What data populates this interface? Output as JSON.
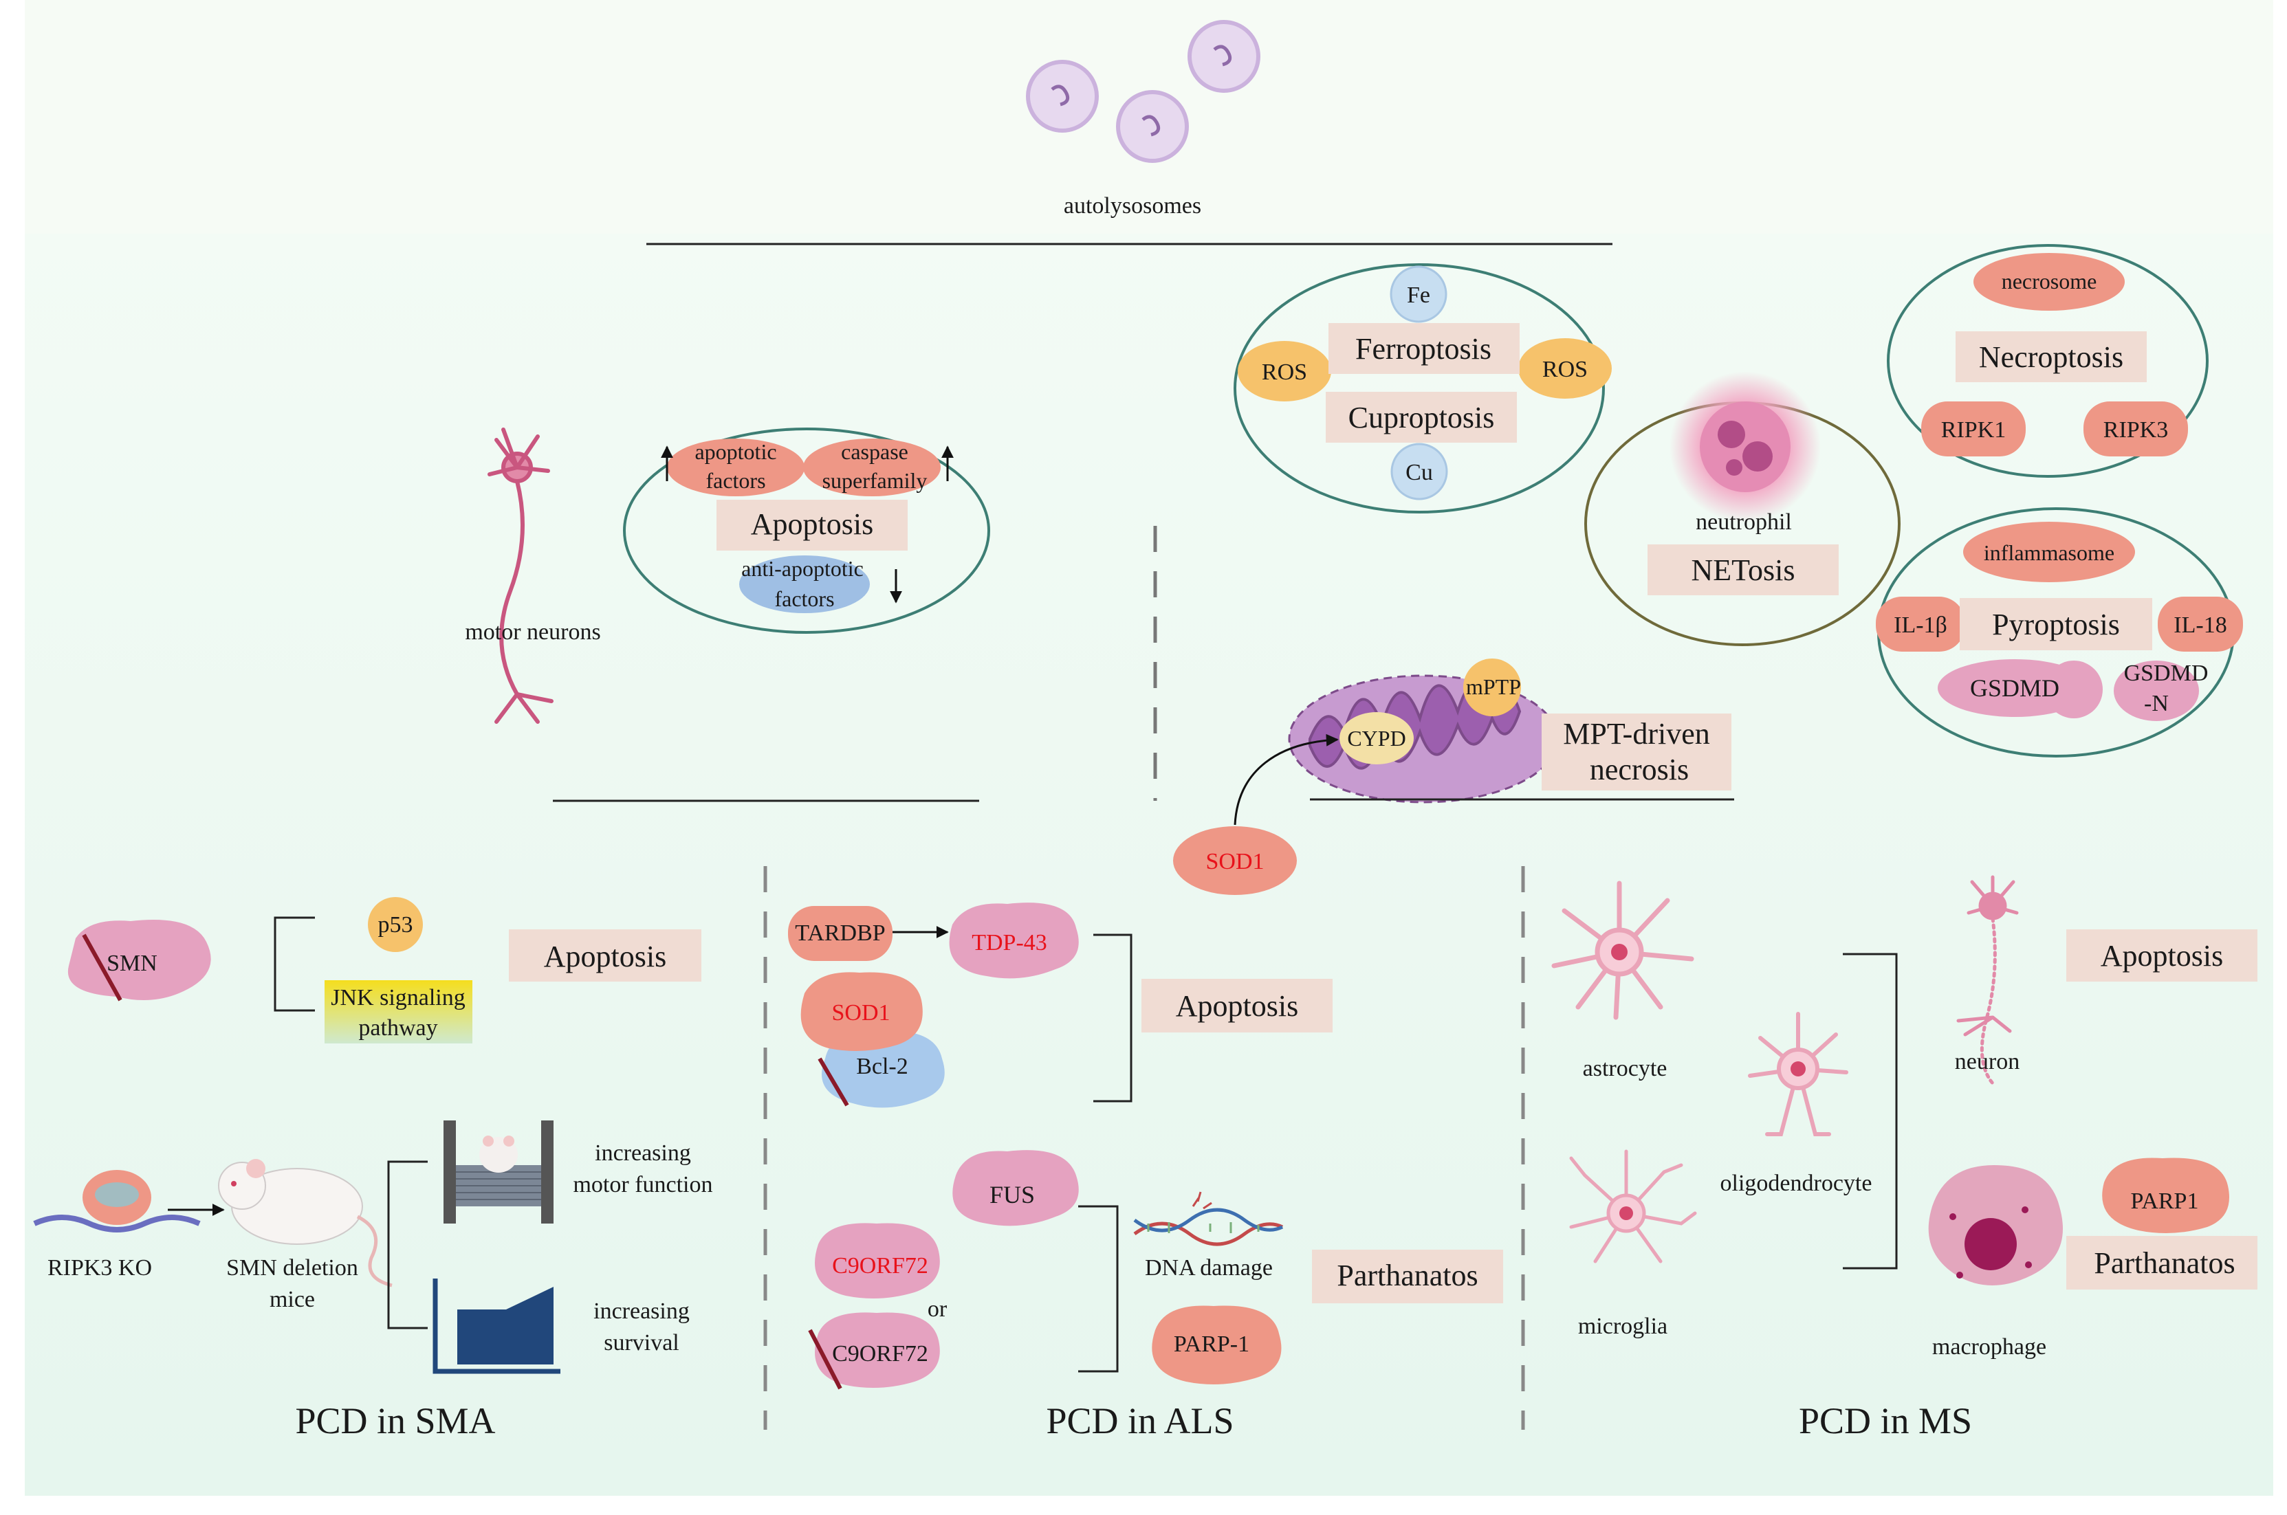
{
  "top": {
    "autolysosomes": "autolysosomes"
  },
  "mid": {
    "motor_neurons": "motor neurons",
    "apoptotic_factors": [
      "apoptotic",
      "factors"
    ],
    "caspase_superfamily": [
      "caspase",
      "superfamily"
    ],
    "apoptosis": "Apoptosis",
    "anti_apoptotic_factors": [
      "anti-apoptotic",
      "factors"
    ],
    "fe": "Fe",
    "ros_left": "ROS",
    "ros_right": "ROS",
    "ferroptosis": "Ferroptosis",
    "cuproptosis": "Cuproptosis",
    "cu": "Cu",
    "neutrophil": "neutrophil",
    "netosis": "NETosis",
    "necrosome": "necrosome",
    "necroptosis": "Necroptosis",
    "ripk1": "RIPK1",
    "ripk3": "RIPK3",
    "inflammasome": "inflammasome",
    "il1b": "IL-1β",
    "pyroptosis": "Pyroptosis",
    "il18": "IL-18",
    "gsdmd": "GSDMD",
    "gsdmd_n": [
      "GSDMD",
      "-N"
    ],
    "mptp": "mPTP",
    "cypd": "CYPD",
    "mpt_necrosis": [
      "MPT-driven",
      "necrosis"
    ],
    "sod1": "SOD1"
  },
  "sma": {
    "smn": "SMN",
    "p53": "p53",
    "jnk": [
      "JNK signaling",
      "pathway"
    ],
    "apoptosis": "Apoptosis",
    "ripk3_ko": "RIPK3 KO",
    "smn_deletion_mice": [
      "SMN deletion",
      "mice"
    ],
    "increasing_motor_function": [
      "increasing",
      "motor function"
    ],
    "increasing_survival": [
      "increasing",
      "survival"
    ],
    "title": "PCD in SMA"
  },
  "als": {
    "tardbp": "TARDBP",
    "tdp43": "TDP-43",
    "sod1": "SOD1",
    "bcl2": "Bcl-2",
    "apoptosis": "Apoptosis",
    "fus": "FUS",
    "c9orf72_a": "C9ORF72",
    "or": "or",
    "c9orf72_b": "C9ORF72",
    "dna_damage": "DNA damage",
    "parp1": "PARP-1",
    "parthanatos": "Parthanatos",
    "title": "PCD in ALS"
  },
  "ms": {
    "astrocyte": "astrocyte",
    "oligodendrocyte": "oligodendrocyte",
    "microglia": "microglia",
    "neuron": "neuron",
    "apoptosis": "Apoptosis",
    "macrophage": "macrophage",
    "parp1": "PARP1",
    "parthanatos": "Parthanatos",
    "title": "PCD in MS"
  },
  "colors": {
    "salmon": "#ee9786",
    "pink": "#e5a2c0",
    "beige": "#f0dcd3",
    "orange": "#f6c26b",
    "blue": "#b8d4ee",
    "purple": "#a873b5",
    "background": "#eaf7ef",
    "ellipse_stroke": "#3d7e74",
    "red_text": "#e8121b",
    "navy": "#21477b"
  }
}
